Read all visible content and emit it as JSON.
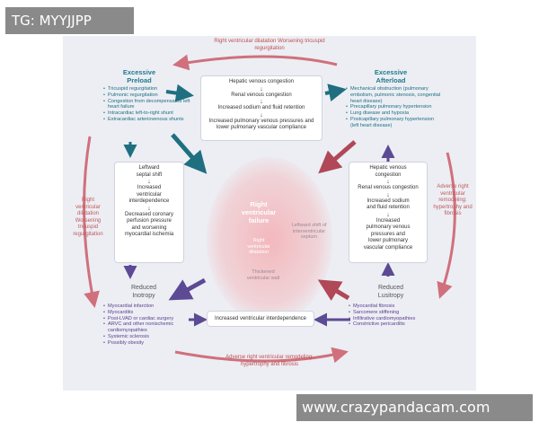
{
  "watermark": {
    "top": "TG: MYYJJPP",
    "bottom": "www.crazypandacam.com"
  },
  "preload": {
    "title_1": "Excessive",
    "title_2": "Preload",
    "items": [
      "Tricuspid regurgitation",
      "Pulmonic regurgitation",
      "Congestion from decompensated left heart failure",
      "Intracardiac left-to-right shunt",
      "Extracardiac arteriovenous shunts"
    ]
  },
  "afterload": {
    "title_1": "Excessive",
    "title_2": "Afterload",
    "items": [
      "Mechanical obstruction (pulmonary embolism, pulmonic stenosis, congenital heart disease)",
      "Precapillary pulmonary hypertension",
      "Lung disease and hypoxia",
      "Postcapillary pulmonary hypertension (left heart disease)"
    ]
  },
  "inotropy": {
    "title_1": "Reduced",
    "title_2": "Inotropy",
    "items": [
      "Myocardial infarction",
      "Myocarditis",
      "Post-LVAD or cardiac surgery",
      "ARVC and other nonischemic cardiomyopathies",
      "Systemic sclerosis",
      "Possibly obesity"
    ]
  },
  "lusitropy": {
    "title_1": "Reduced",
    "title_2": "Lusitropy",
    "items": [
      "Myocardial fibrosis",
      "Sarcomere stiffening",
      "Infiltrative cardiomyopathies",
      "Constrictive pericarditis"
    ]
  },
  "top_label": {
    "line1": "Right ventricular dilatation",
    "line2": "Worsening tricuspid regurgitation"
  },
  "bottom_label": {
    "line1": "Adverse right ventricular",
    "line2": "remodeling: hypertrophy and fibrosis"
  },
  "left_label": {
    "l1": "Right",
    "l2": "ventricular",
    "l3": "dilatation",
    "l4": "Worsening",
    "l5": "tricuspid",
    "l6": "regurgitation"
  },
  "right_label": {
    "l1": "Adverse",
    "l2": "right",
    "l3": "ventricular",
    "l4": "remodeling:",
    "l5": "hypertrophy",
    "l6": "and",
    "l7": "fibrosis"
  },
  "top_box": {
    "s1": "Hepatic venous congestion",
    "s2": "Renal venous congestion",
    "s3": "Increased sodium and fluid retention",
    "s4a": "Increased pulmonary venous pressures and",
    "s4b": "lower pulmonary vascular compliance"
  },
  "left_box": {
    "s1a": "Leftward",
    "s1b": "septal shift",
    "s2a": "Increased",
    "s2b": "ventricular",
    "s2c": "interdependence",
    "s3a": "Decreased coronary",
    "s3b": "perfusion pressure",
    "s3c": "and worsening",
    "s3d": "myocardial ischemia"
  },
  "right_box": {
    "s1a": "Hepatic venous",
    "s1b": "congestion",
    "s2": "Renal venous congestion",
    "s3a": "Increased sodium",
    "s3b": "and fluid retention",
    "s4a": "Increased",
    "s4b": "pulmonary venous",
    "s4c": "pressures and",
    "s4d": "lower pulmonary",
    "s4e": "vascular compliance"
  },
  "bottom_box": {
    "text": "Increased ventricular interdependence"
  },
  "heart": {
    "title_1": "Right",
    "title_2": "ventricular",
    "title_3": "failure",
    "septum_1": "Leftward shift of",
    "septum_2": "interventricular",
    "septum_3": "septum",
    "dilation_1": "Right",
    "dilation_2": "ventricular",
    "dilation_3": "dilatation",
    "wall_1": "Thickened",
    "wall_2": "ventricular wall"
  },
  "colors": {
    "teal": "#1f7a8c",
    "red": "#c0392b",
    "purple": "#6b4c9a",
    "pink": "#d9828c"
  }
}
